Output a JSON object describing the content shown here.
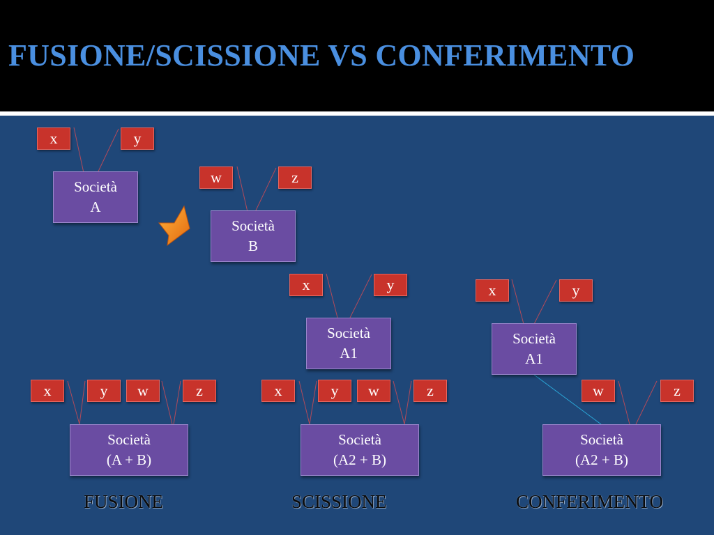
{
  "title": "FUSIONE/SCISSIONE VS CONFERIMENTO",
  "diagram": {
    "top_a": {
      "leaves": [
        "x",
        "y"
      ],
      "company": [
        "Società",
        "A"
      ]
    },
    "top_b": {
      "leaves": [
        "w",
        "z"
      ],
      "company": [
        "Società",
        "B"
      ]
    },
    "scissione_a1": {
      "leaves": [
        "x",
        "y"
      ],
      "company": [
        "Società",
        "A1"
      ]
    },
    "conferimento_a1": {
      "leaves": [
        "x",
        "y"
      ],
      "company": [
        "Società",
        "A1"
      ]
    },
    "fusione": {
      "leaves": [
        "x",
        "y",
        "w",
        "z"
      ],
      "company": [
        "Società",
        "(A + B)"
      ],
      "label": "FUSIONE"
    },
    "scissione": {
      "leaves": [
        "x",
        "y",
        "w",
        "z"
      ],
      "company": [
        "Società",
        "(A2 + B)"
      ],
      "label": "SCISSIONE"
    },
    "conferimento": {
      "leaves": [
        "w",
        "z"
      ],
      "company": [
        "Società",
        "(A2 + B)"
      ],
      "label": "CONFERIMENTO"
    }
  },
  "colors": {
    "background": "#1f4778",
    "title": "#4a8fe0",
    "leaf": "#c8332b",
    "company": "#6a4ca2",
    "arrow": "#f0861c",
    "link_conferimento": "#2aa7d8"
  }
}
